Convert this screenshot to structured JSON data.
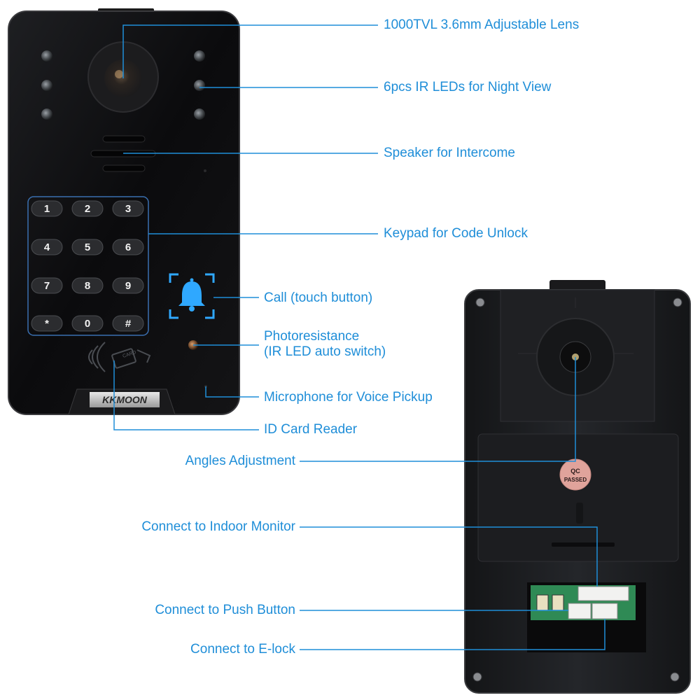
{
  "brand": {
    "logo_text": "KKMOON"
  },
  "keypad": {
    "keys": [
      "1",
      "2",
      "3",
      "4",
      "5",
      "6",
      "7",
      "8",
      "9",
      "*",
      "0",
      "#"
    ]
  },
  "card_reader": {
    "card_text": "CARD"
  },
  "qc_sticker": {
    "line1": "QC",
    "line2": "PASSED"
  },
  "callouts": {
    "lens": "1000TVL 3.6mm Adjustable Lens",
    "ir_leds": "6pcs IR LEDs for Night View",
    "speaker": "Speaker for Intercome",
    "keypad": "Keypad for Code Unlock",
    "call": "Call (touch button)",
    "photoresistance_line1": "Photoresistance",
    "photoresistance_line2": "(IR LED auto switch)",
    "microphone": "Microphone for Voice Pickup",
    "id_card": "ID Card Reader",
    "angles": "Angles Adjustment",
    "indoor_monitor": "Connect to Indoor Monitor",
    "push_button": "Connect to Push Button",
    "elock": "Connect to E-lock"
  },
  "colors": {
    "accent": "#1f8ed8",
    "panel": "#0d0d0f",
    "backpanel": "#1b1c1e",
    "glow": "#2fa8ff"
  }
}
